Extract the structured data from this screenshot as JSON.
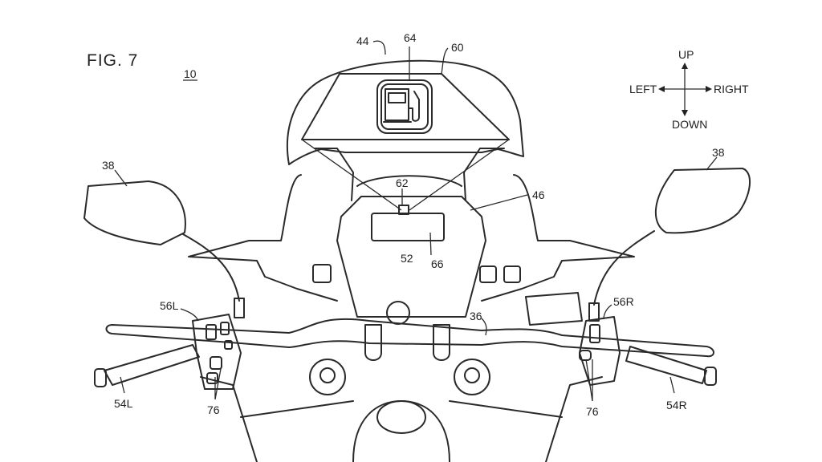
{
  "figure": {
    "title": "FIG. 7",
    "reference": "10"
  },
  "direction_legend": {
    "up": "UP",
    "down": "DOWN",
    "left": "LEFT",
    "right": "RIGHT"
  },
  "labels": {
    "windshield": "44",
    "fuel_icon": "64",
    "display_area": "60",
    "mirror_left": "38",
    "mirror_right": "38",
    "projector": "62",
    "cowl": "46",
    "meter": "52",
    "light_path": "66",
    "switch_left": "56L",
    "switch_right": "56R",
    "handlebar": "36",
    "grip_left": "54L",
    "grip_right": "54R",
    "buttons_left": "76",
    "buttons_right": "76"
  },
  "icons": {
    "display_icon": "fuel-pump-icon"
  }
}
